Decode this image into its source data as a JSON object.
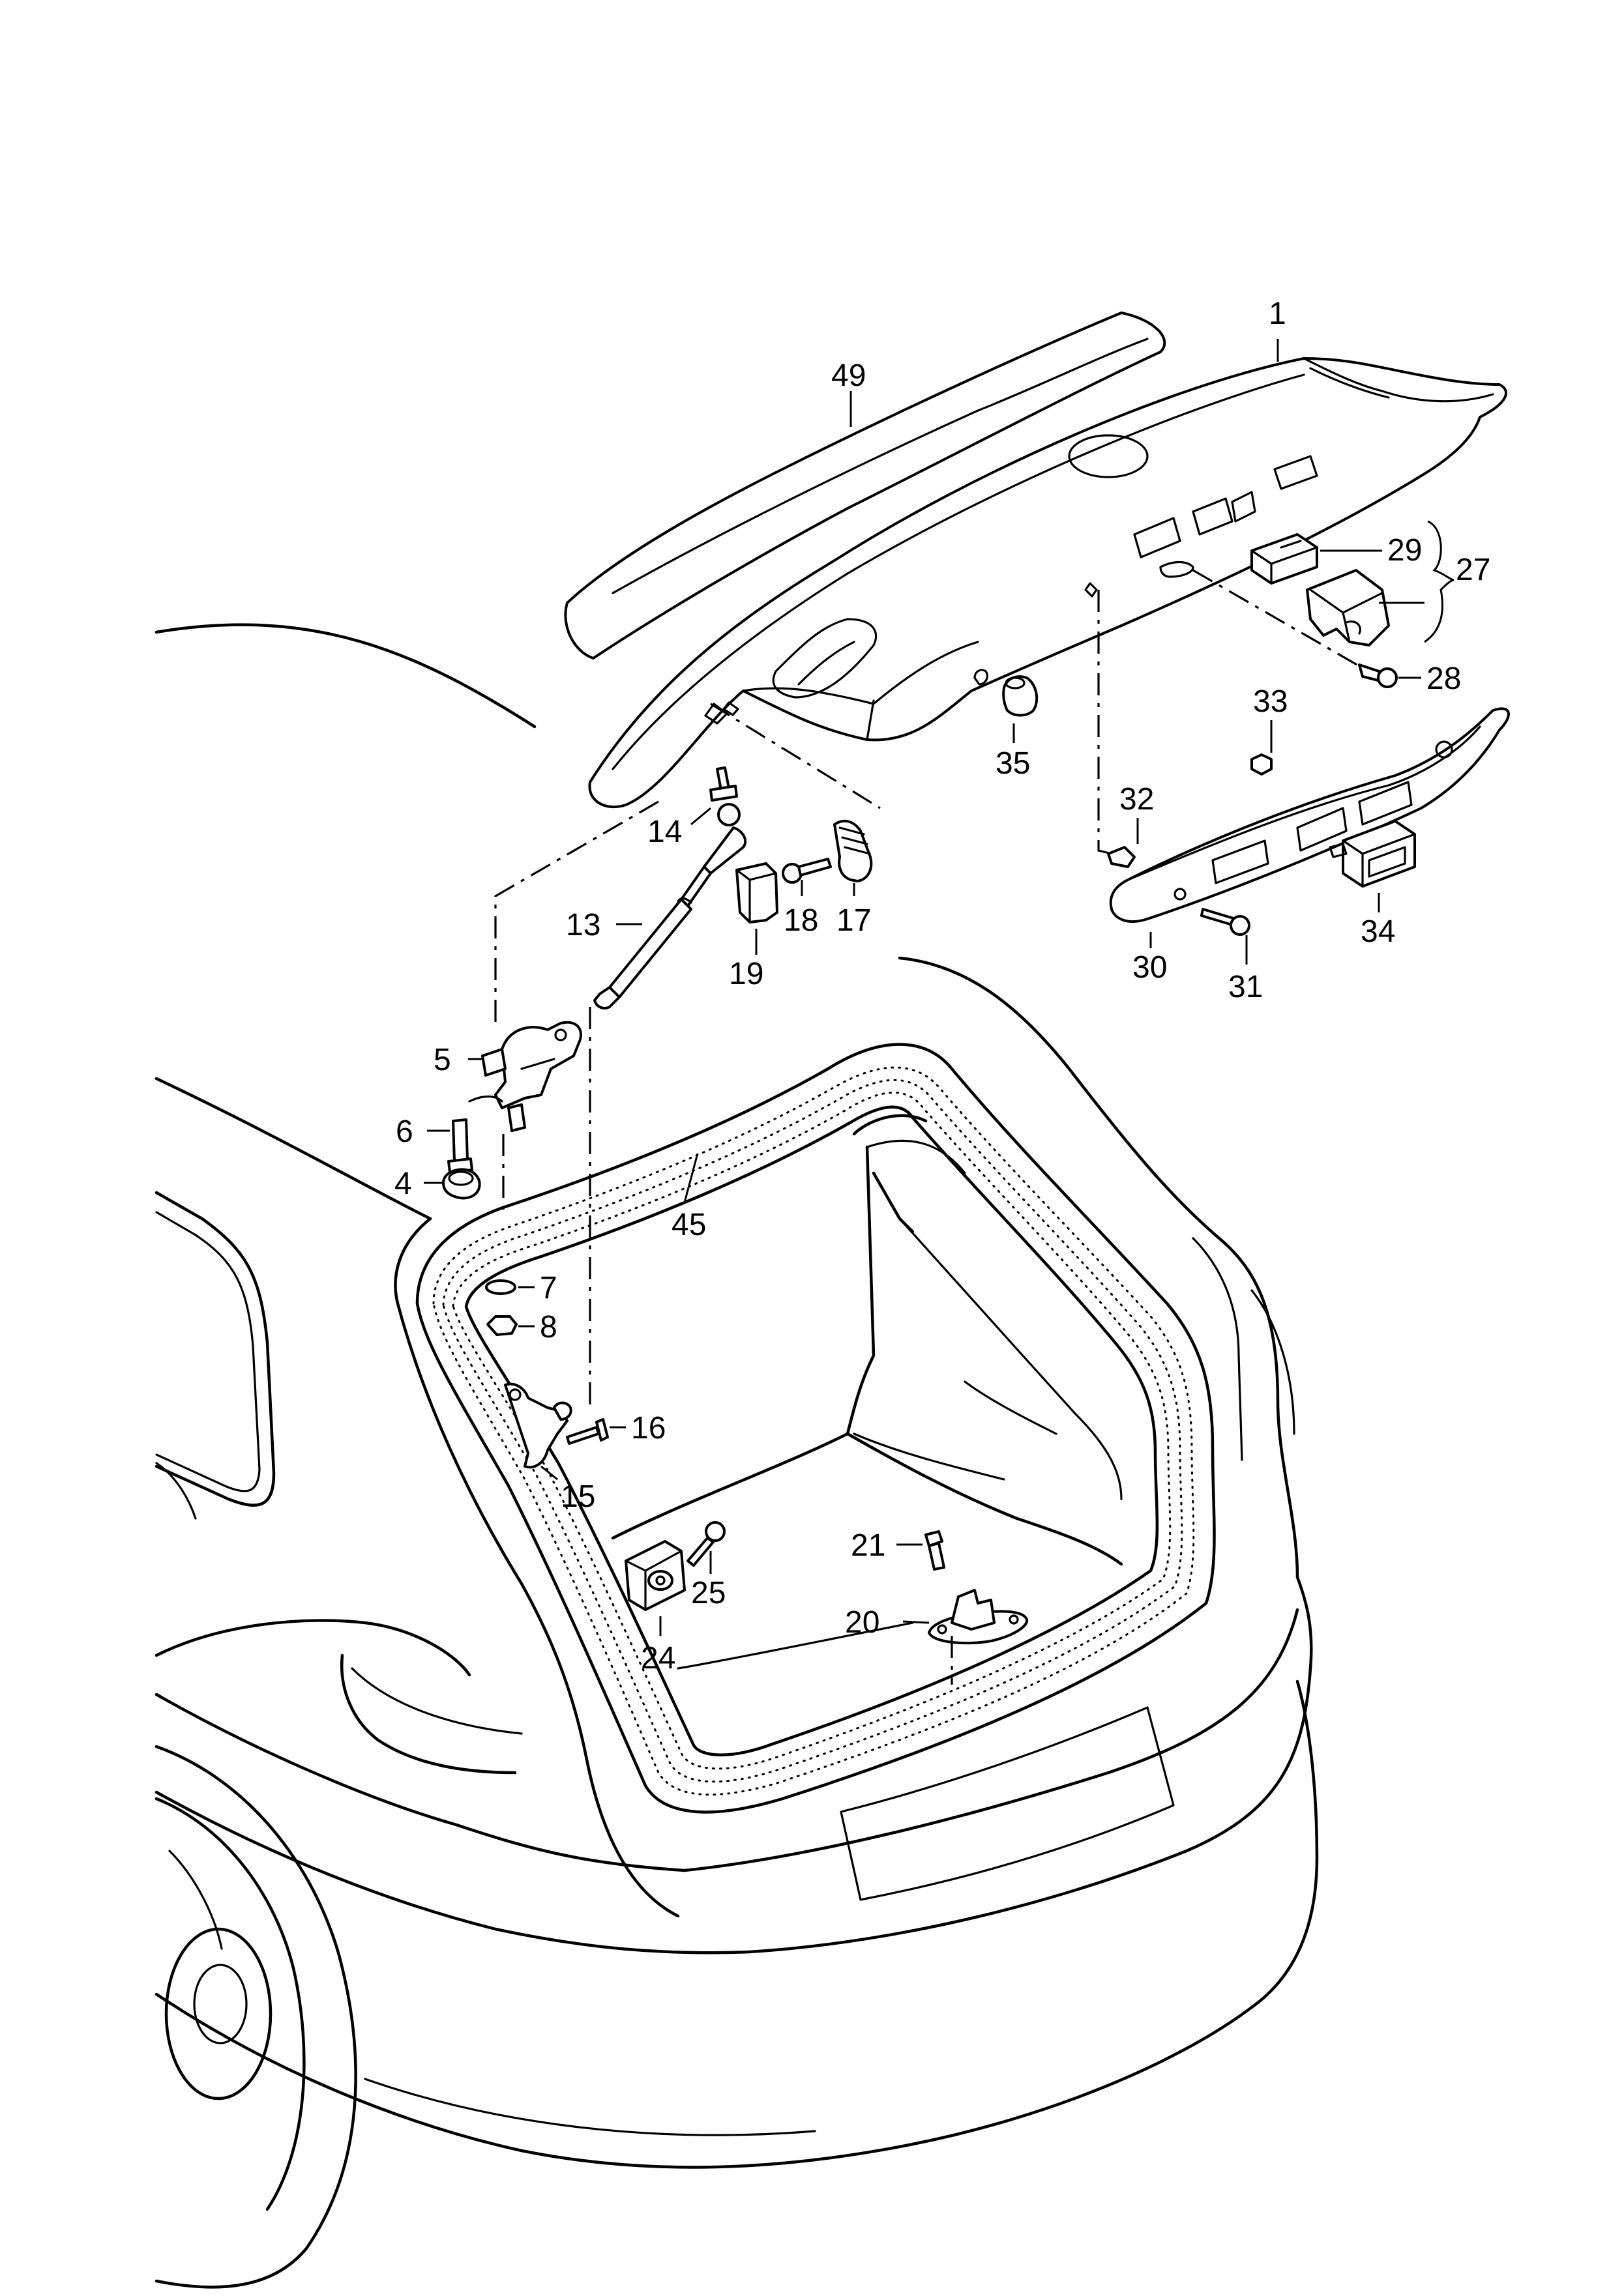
{
  "diagram": {
    "part_numbers": {
      "p1": "1",
      "p4": "4",
      "p5": "5",
      "p6": "6",
      "p7": "7",
      "p8": "8",
      "p13": "13",
      "p14": "14",
      "p15": "15",
      "p16": "16",
      "p17": "17",
      "p18": "18",
      "p19": "19",
      "p20": "20",
      "p21": "21",
      "p24": "24",
      "p25": "25",
      "p27": "27",
      "p28": "28",
      "p29": "29",
      "p30": "30",
      "p31": "31",
      "p32": "32",
      "p33": "33",
      "p34": "34",
      "p35": "35",
      "p45": "45",
      "p49": "49"
    }
  }
}
